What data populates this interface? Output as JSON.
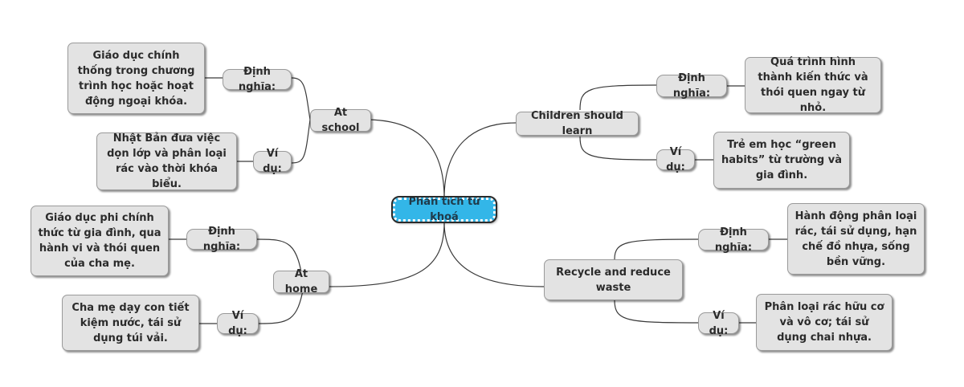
{
  "center": {
    "label": "Phân tích từ khoá"
  },
  "branches": {
    "school": {
      "title": "At school",
      "definition_label": "Định nghĩa:",
      "definition_text": "Giáo dục chính thống trong chương trình học hoặc hoạt động ngoại khóa.",
      "example_label": "Ví dụ:",
      "example_text": "Nhật Bản đưa việc dọn lớp và phân loại rác vào thời khóa biểu."
    },
    "home": {
      "title": "At home",
      "definition_label": "Định nghĩa:",
      "definition_text": "Giáo dục phi chính thức từ gia đình, qua hành vi và thói quen của cha mẹ.",
      "example_label": "Ví dụ:",
      "example_text": "Cha mẹ dạy con tiết kiệm nước, tái sử dụng túi vải."
    },
    "children": {
      "title": "Children should learn",
      "definition_label": "Định nghĩa:",
      "definition_text": "Quá trình hình thành kiến thức và thói quen ngay từ nhỏ.",
      "example_label": "Ví dụ:",
      "example_text": "Trẻ em học “green habits” từ trường và gia đình."
    },
    "recycle": {
      "title": "Recycle and reduce waste",
      "definition_label": "Định nghĩa:",
      "definition_text": "Hành động phân loại rác, tái sử dụng, hạn chế đồ nhựa, sống bền vững.",
      "example_label": "Ví dụ:",
      "example_text": "Phân loại rác hữu cơ và vô cơ; tái sử dụng chai nhựa."
    }
  }
}
